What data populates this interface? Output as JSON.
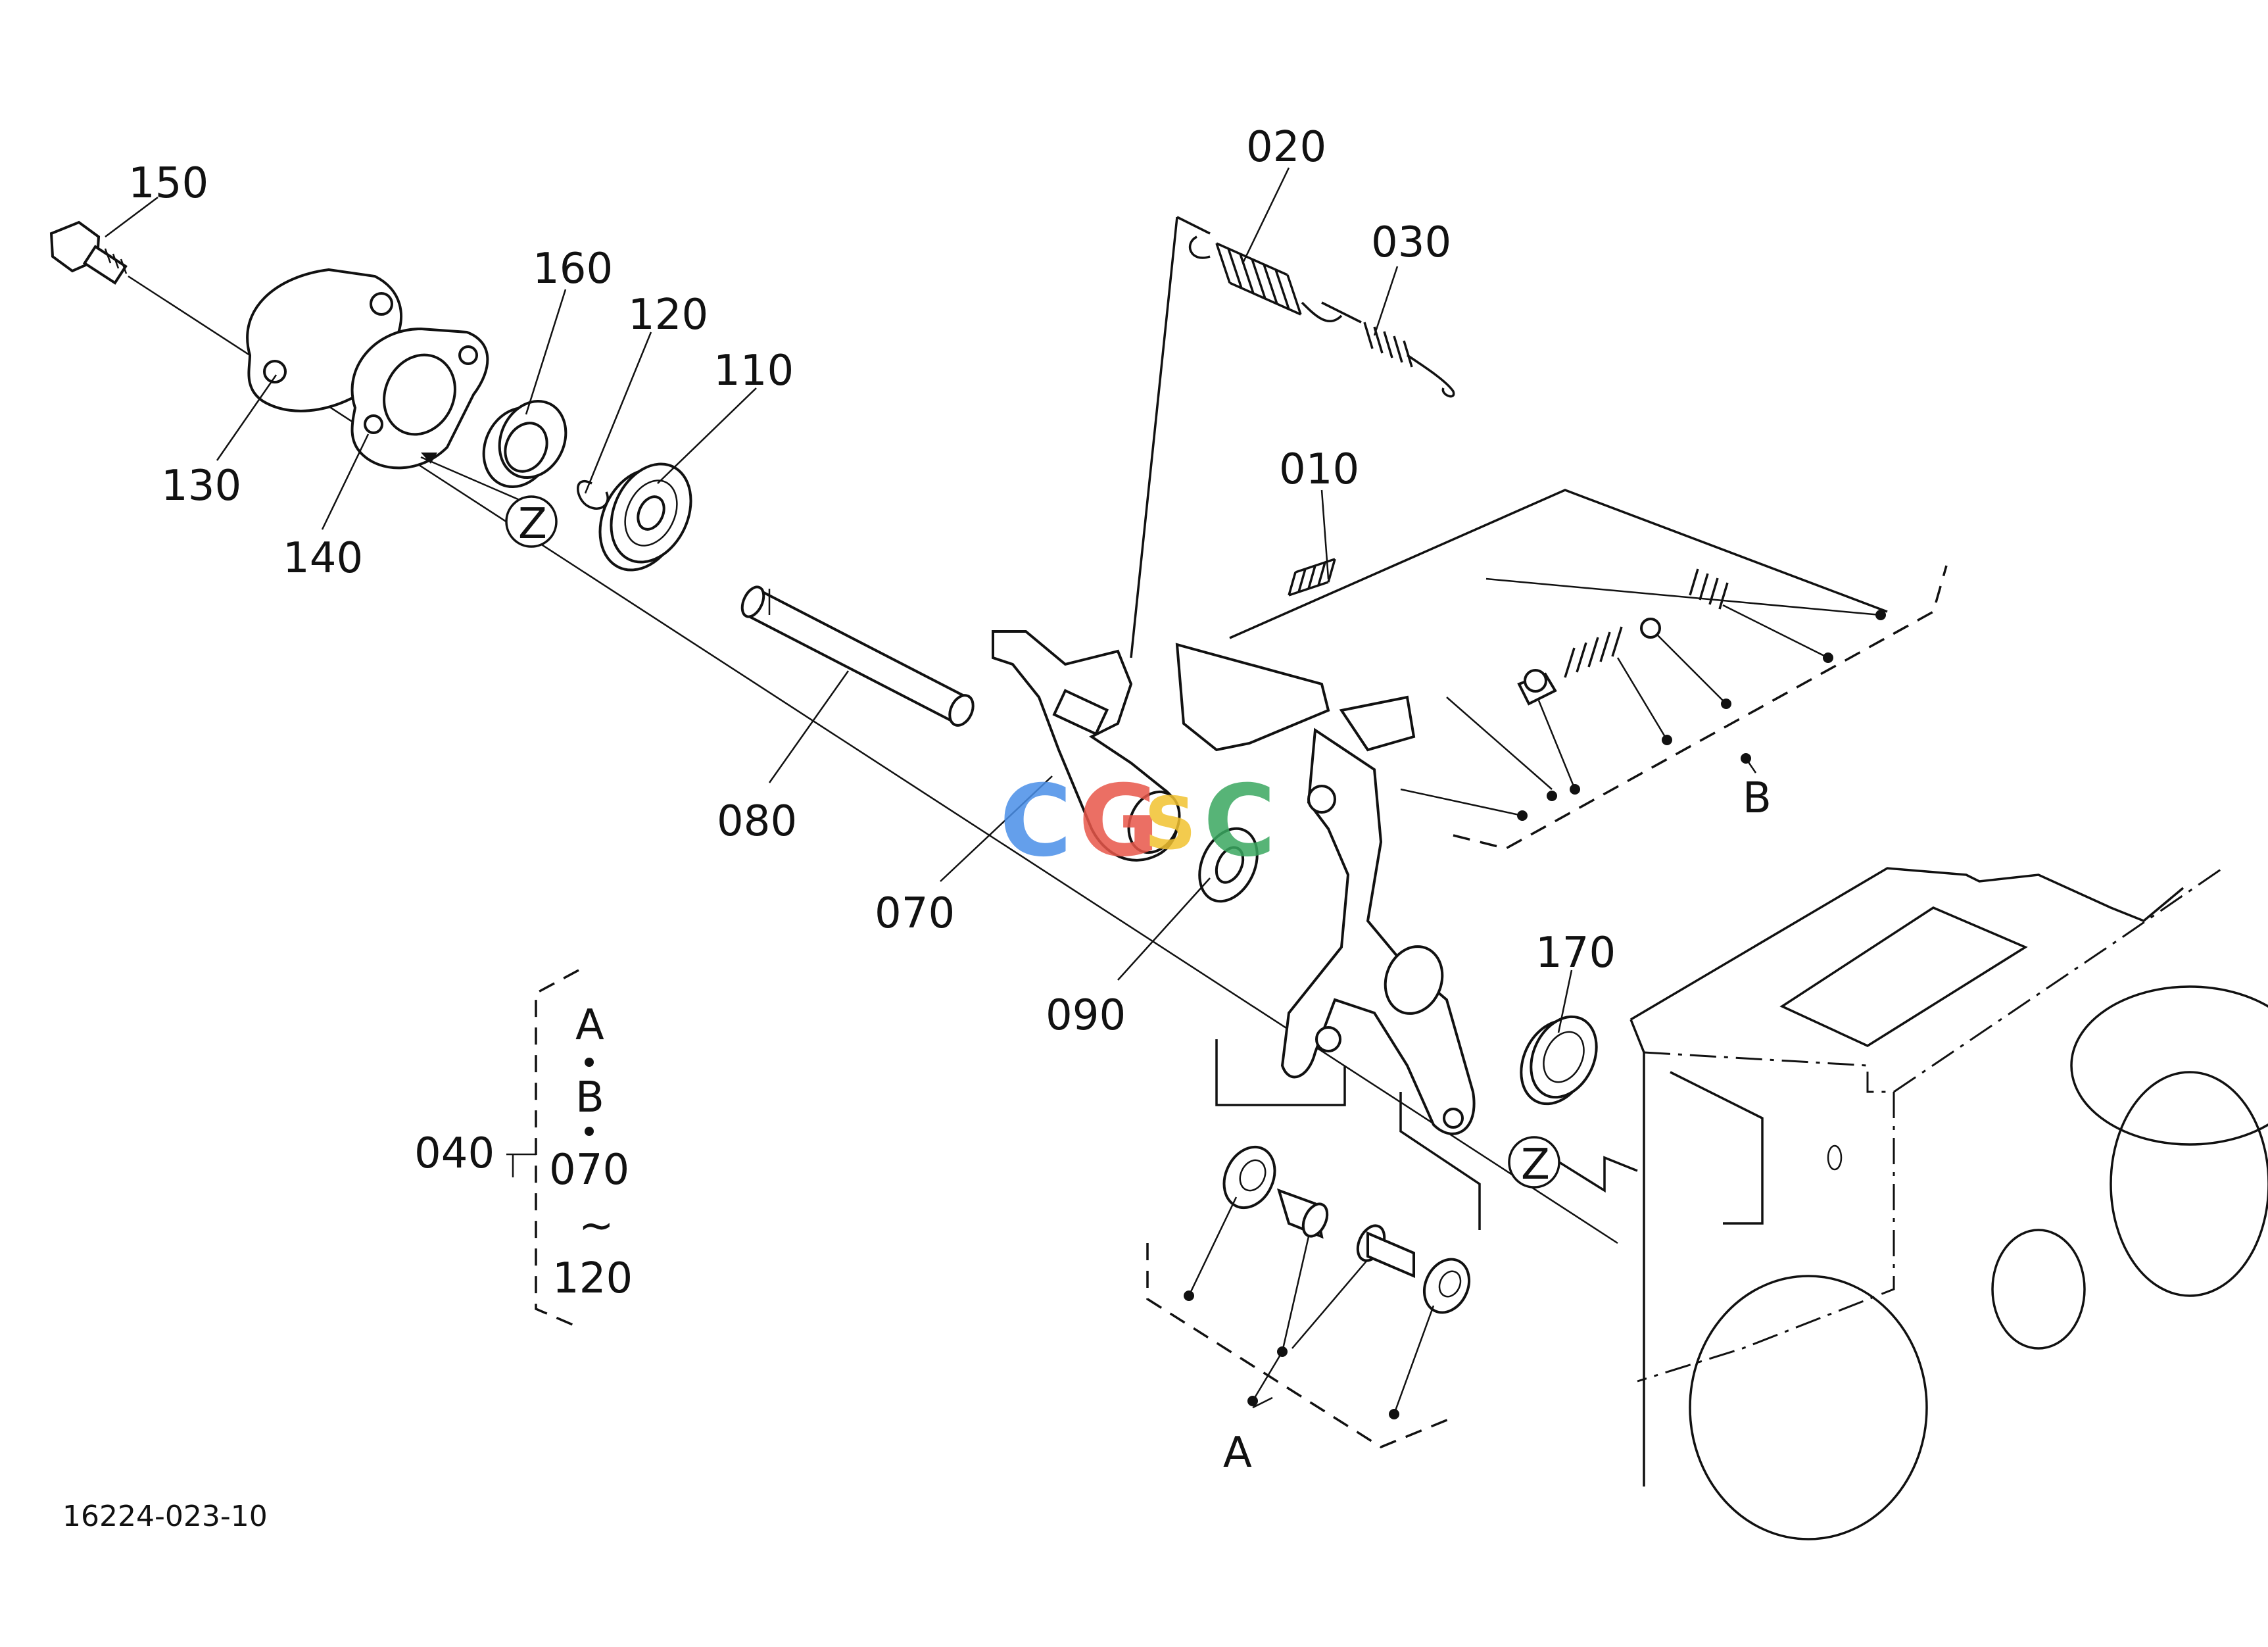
{
  "diagram_id": "16224-023-10",
  "watermark": {
    "text": [
      "C",
      "G",
      "S",
      "C"
    ],
    "colors": [
      "#4a8fe8",
      "#e8574a",
      "#f2c230",
      "#3aa860"
    ]
  },
  "part_labels": {
    "p010": "010",
    "p020": "020",
    "p030": "030",
    "p070": "070",
    "p080": "080",
    "p090": "090",
    "p110": "110",
    "p120": "120",
    "p130": "130",
    "p140": "140",
    "p150": "150",
    "p160": "160",
    "p170": "170"
  },
  "callouts": {
    "z1": "Z",
    "z2": "Z",
    "a": "A",
    "b": "B"
  },
  "assembly": {
    "number": "040",
    "lines": [
      "A",
      "B",
      "070",
      "~",
      "120"
    ]
  }
}
